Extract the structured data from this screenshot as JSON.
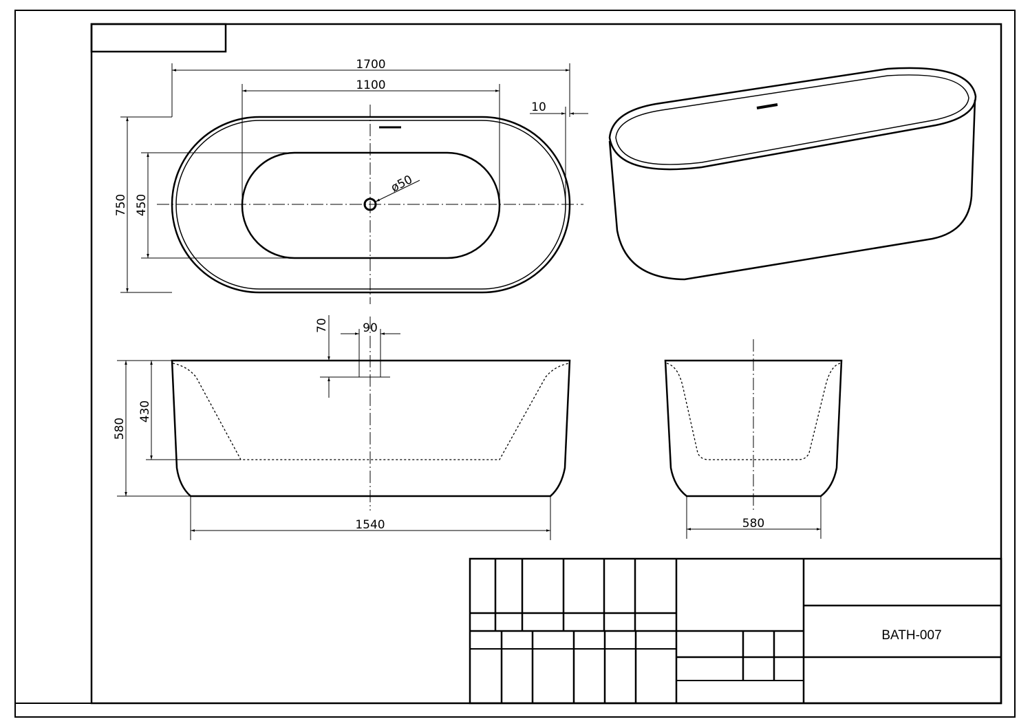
{
  "drawing": {
    "code": "BATH-007",
    "top_view": {
      "length": "1700",
      "inner_length": "1100",
      "rim_thickness": "10",
      "drain": "ø50",
      "width": "750",
      "inner_width": "450"
    },
    "front_view": {
      "overflow_height": "70",
      "overflow_width": "90",
      "height": "580",
      "depth": "430",
      "base_length": "1540"
    },
    "side_view": {
      "base_width": "580"
    }
  }
}
